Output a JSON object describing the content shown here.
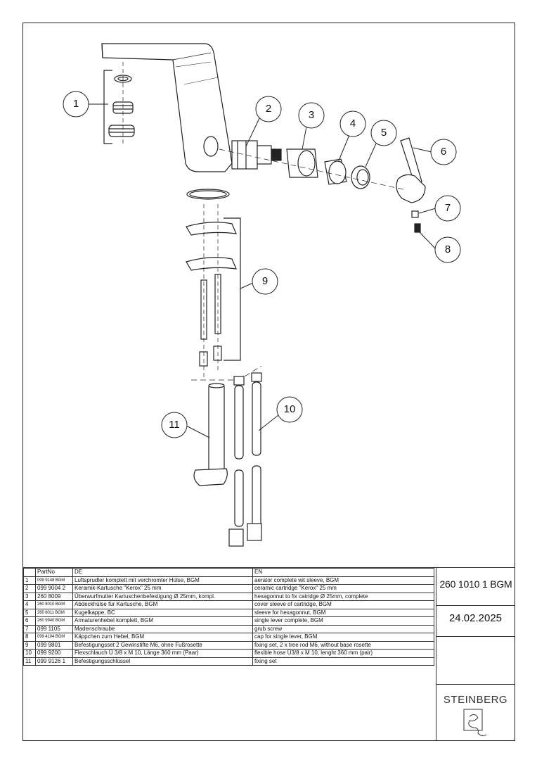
{
  "drawing": {
    "callouts": [
      "1",
      "2",
      "3",
      "4",
      "5",
      "6",
      "7",
      "8",
      "9",
      "10",
      "11"
    ],
    "brand_logo": "steinberg-logo-icon"
  },
  "table": {
    "headers": [
      "",
      "PartNo",
      "DE",
      "EN"
    ],
    "rows": [
      {
        "no": "1",
        "part": "099 9148 BGM",
        "de": "Luftsprudler komplett mit verchromter Hülse, BGM",
        "en": "aerator complete wit sleeve, BGM"
      },
      {
        "no": "2",
        "part": "099 9004 2",
        "de": "Keramik-Kartusche \"Kerox\" 25 mm",
        "en": "ceramic cartridge \"Kerox\" 25 mm"
      },
      {
        "no": "3",
        "part": "260 8009",
        "de": "Überwurfmutter Kartuschenbefestigung Ø 25mm, kompl.",
        "en": "hexagonnut to fix catridge Ø 25mm, complete"
      },
      {
        "no": "4",
        "part": "260 8010 BGM",
        "de": "Abdeckhülse für Kartusche, BGM",
        "en": "cover sleeve of cartridge, BGM"
      },
      {
        "no": "5",
        "part": "260 8011 BGM",
        "de": "Kugelkappe, BC",
        "en": "sleeve for hexagonnut, BGM"
      },
      {
        "no": "6",
        "part": "260 9940 BGM",
        "de": "Armaturenhebel komplett, BGM",
        "en": "single lever complete, BGM"
      },
      {
        "no": "7",
        "part": "099 1105",
        "de": "Madenschraube",
        "en": "grub screw"
      },
      {
        "no": "8",
        "part": "099 4104 BGM",
        "de": "Käppchen zum Hebel, BGM",
        "en": "cap for single lever, BGM"
      },
      {
        "no": "9",
        "part": "099 9801",
        "de": "Befestigungsset 2 Gewinstifte M6, ohne Fußrosette",
        "en": "fixing set, 2 x tree rod M6, without base rosette"
      },
      {
        "no": "10",
        "part": "099 9200",
        "de": "Flexschlauch Ü 3/8 x M 10, Länge 360 mm (Paar)",
        "en": "flexible hose Ü3/8 x M 10, lenght 360 mm (pair)"
      },
      {
        "no": "11",
        "part": "099 9126 1",
        "de": "Befestigungsschlüssel",
        "en": "fixing set"
      }
    ]
  },
  "title_block": {
    "article_number": "260 1010 1 BGM",
    "date": "24.02.2025",
    "brand": "STEINBERG"
  }
}
